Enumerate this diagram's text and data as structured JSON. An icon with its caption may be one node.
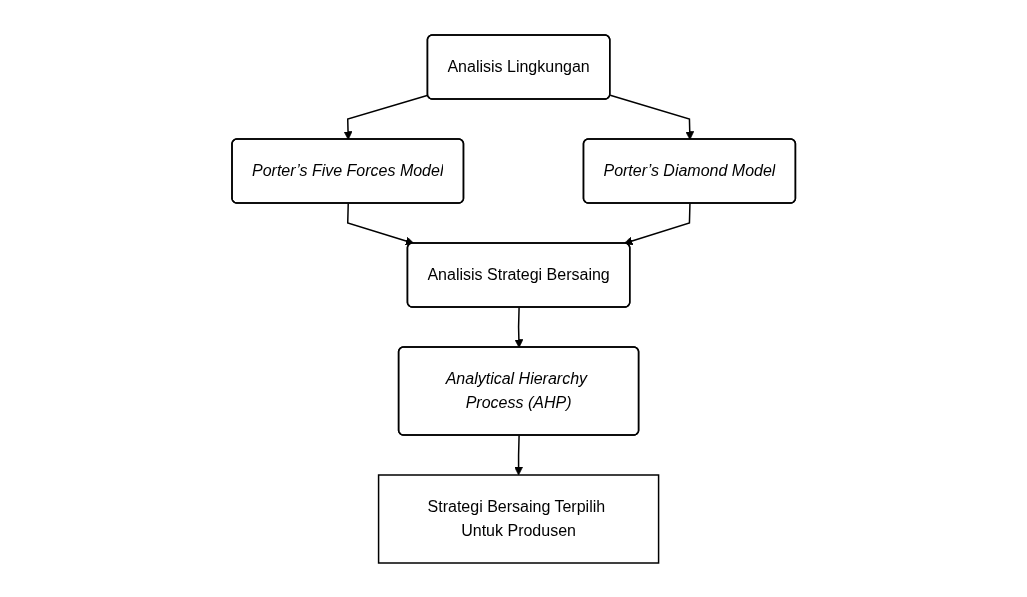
{
  "diagram": {
    "nodes": [
      {
        "text": [
          "Analisis Lingkungan"
        ]
      },
      {
        "text": [
          "Porter’s Five Forces Model"
        ]
      },
      {
        "text": [
          "Porter’s Diamond Model"
        ]
      },
      {
        "text": [
          "Analisis Strategi Bersaing"
        ]
      },
      {
        "text": [
          "Analytical Hierarchy Process (AHP)"
        ]
      },
      {
        "text": [
          "Strategi Bersaing Terpilih Untuk Produsen"
        ]
      }
    ],
    "edges": [
      {
        "from": 0,
        "to": 1,
        "arrow": "to"
      },
      {
        "from": 0,
        "to": 2,
        "arrow": "to"
      },
      {
        "from": 1,
        "to": 3,
        "arrow": "to"
      },
      {
        "from": 2,
        "to": 3,
        "arrow": "to"
      },
      {
        "from": 3,
        "to": 4,
        "arrow": "to"
      },
      {
        "from": 4,
        "to": 5,
        "arrow": "to"
      }
    ]
  }
}
